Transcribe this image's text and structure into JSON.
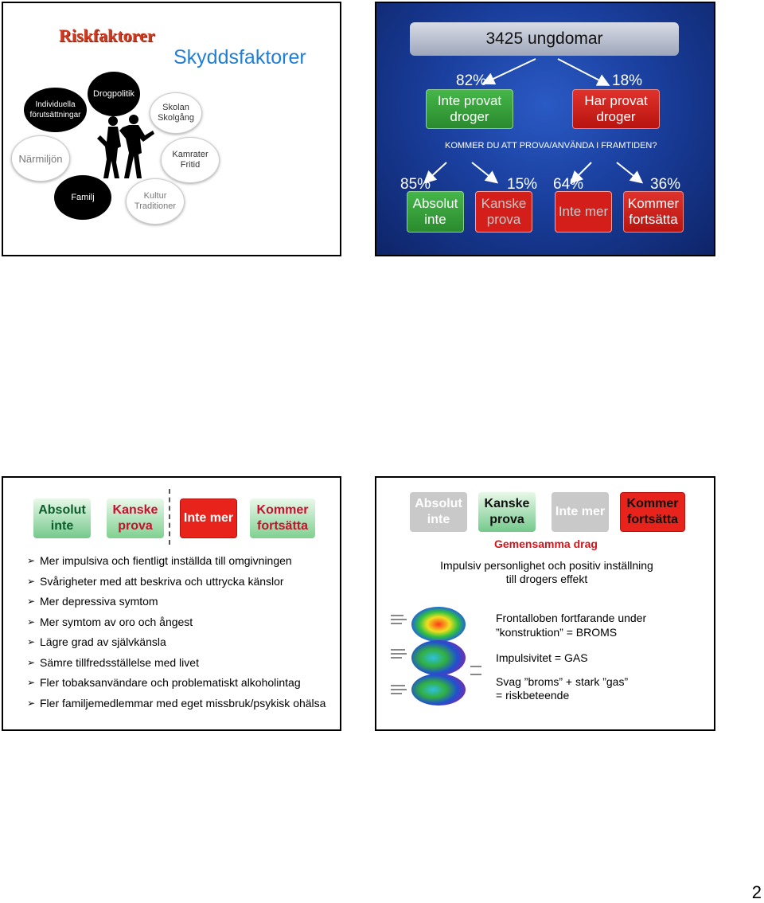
{
  "slide1": {
    "title_risk": "Riskfaktorer",
    "title_skydd": "Skyddsfaktorer",
    "ovals": {
      "individuella": "Individuella förutsättningar",
      "drogpolitik": "Drogpolitik",
      "skolan": "Skolan Skolgång",
      "narmiljon": "Närmiljön",
      "kamrater": "Kamrater Fritid",
      "familj": "Familj",
      "kultur": "Kultur Traditioner"
    }
  },
  "slide2": {
    "header": "3425 ungdomar",
    "left_pct": "82%",
    "left_label": "Inte provat droger",
    "right_pct": "18%",
    "right_label": "Har provat droger",
    "question": "KOMMER DU ATT PROVA/ANVÄNDA I FRAMTIDEN?",
    "outcomes": [
      {
        "pct": "85%",
        "label": "Absolut inte"
      },
      {
        "pct": "15%",
        "label": "Kanske prova"
      },
      {
        "pct": "64%",
        "label": "Inte mer"
      },
      {
        "pct": "36%",
        "label": "Kommer fortsätta"
      }
    ]
  },
  "slide3": {
    "pills": [
      "Absolut inte",
      "Kanske prova",
      "Inte mer",
      "Kommer fortsätta"
    ],
    "bullets": [
      "Mer impulsiva och fientligt inställda till omgivningen",
      "Svårigheter med att beskriva och uttrycka känslor",
      "Mer depressiva symtom",
      "Mer symtom av oro och ångest",
      "Lägre grad av självkänsla",
      "Sämre tillfredsställelse med livet",
      "Fler tobaksanvändare och problematiskt alkoholintag",
      "Fler familjemedlemmar med eget missbruk/psykisk ohälsa"
    ]
  },
  "slide4": {
    "pills": [
      "Absolut inte",
      "Kanske prova",
      "Inte mer",
      "Kommer fortsätta"
    ],
    "gemensamma": "Gemensamma drag",
    "impulsiv_line1": "Impulsiv personlighet och positiv inställning",
    "impulsiv_line2": "till drogers effekt",
    "frontal_line1": "Frontalloben fortfarande under",
    "frontal_line2": "”konstruktion” = BROMS",
    "impulsivitet": "Impulsivitet = GAS",
    "svag_line1": "Svag ”broms” + stark ”gas”",
    "svag_line2": "= riskbeteende"
  },
  "page_number": "2"
}
